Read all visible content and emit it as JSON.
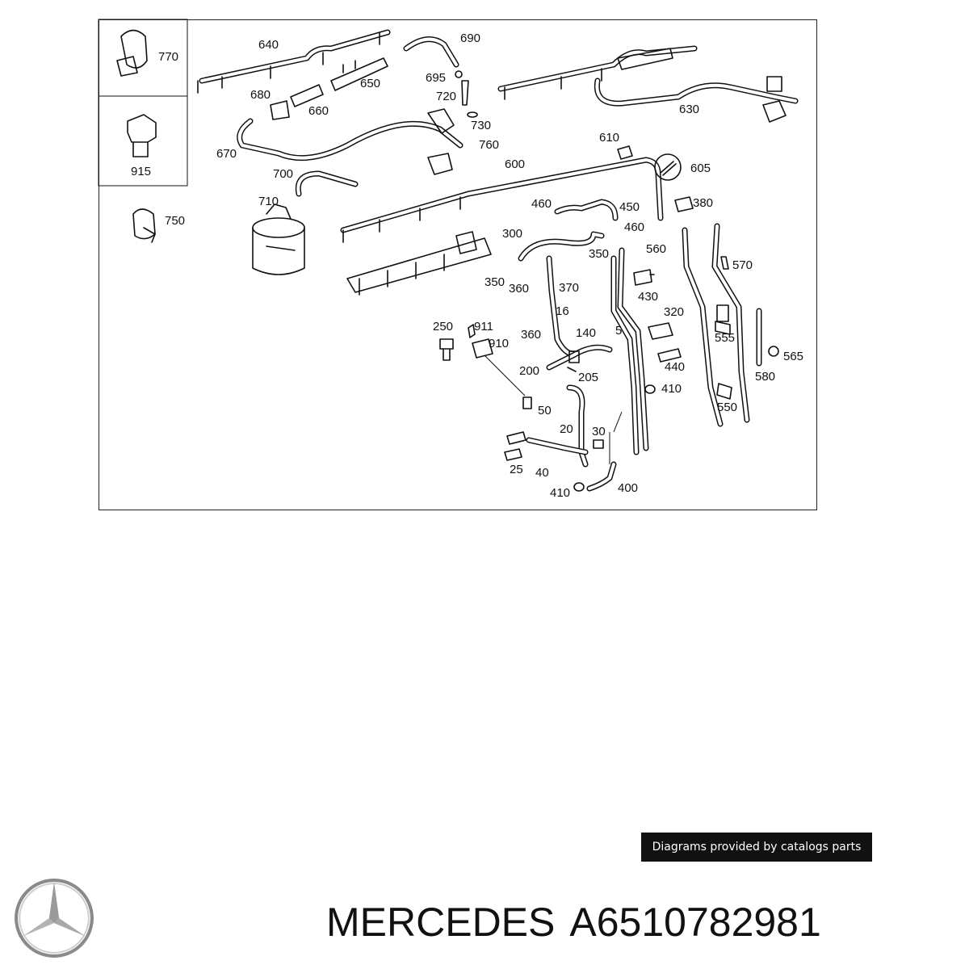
{
  "labels": {
    "l640": "640",
    "l690": "690",
    "l770": "770",
    "l680": "680",
    "l650": "650",
    "l695": "695",
    "l720": "720",
    "l660": "660",
    "l730": "730",
    "l630": "630",
    "l670": "670",
    "l760": "760",
    "l610": "610",
    "l915": "915",
    "l700": "700",
    "l600": "600",
    "l605": "605",
    "l710": "710",
    "l460a": "460",
    "l450": "450",
    "l380": "380",
    "l750": "750",
    "l460b": "460",
    "l300": "300",
    "l560": "560",
    "l350a": "350",
    "l570": "570",
    "l350b": "350",
    "l360a": "360",
    "l370": "370",
    "l430": "430",
    "l16": "16",
    "l320": "320",
    "l250": "250",
    "l911": "911",
    "l140": "140",
    "l5": "5",
    "l555": "555",
    "l360b": "360",
    "l910": "910",
    "l565": "565",
    "l200": "200",
    "l205": "205",
    "l440": "440",
    "l580": "580",
    "l410a": "410",
    "l50": "50",
    "l550": "550",
    "l20": "20",
    "l30": "30",
    "l25": "25",
    "l40": "40",
    "l410b": "410",
    "l400": "400"
  },
  "credit": "Diagrams provided by catalogs parts",
  "brand": "MERCEDES",
  "part_number": "A6510782981",
  "icons": [
    "mercedes-star-logo",
    "fuel-filter-icon",
    "clip-icon",
    "wrench-icon"
  ]
}
